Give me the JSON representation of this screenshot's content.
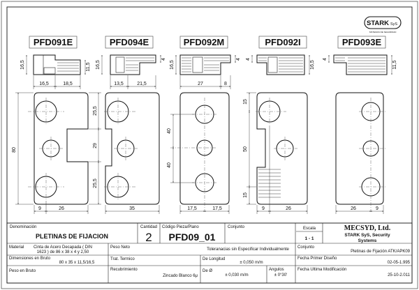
{
  "logo": {
    "text": "STARK",
    "sub": "SyS",
    "tagline": "SISTEMAS DE SEGURIDAD"
  },
  "profiles": [
    {
      "code": "PFD091E",
      "dims": {
        "h_total": "16,5",
        "h_right": "11,5",
        "w_left": "16,5",
        "w_right": "18,5"
      }
    },
    {
      "code": "PFD094E",
      "dims": {
        "h_total": "16,5",
        "h_right": "4",
        "w_left": "13,5",
        "w_right": "21,5"
      }
    },
    {
      "code": "PFD092M",
      "dims": {
        "h_total": "16,5",
        "h_right": "4",
        "w_left": "27",
        "w_right": "8"
      }
    },
    {
      "code": "PFD092I",
      "dims": {
        "h_total": "4",
        "h_right": "16,5"
      }
    },
    {
      "code": "PFD093E",
      "dims": {
        "h_total": "4",
        "h_right": "11,5"
      }
    }
  ],
  "plates": {
    "p1": {
      "height": "80",
      "top": "25,5",
      "mid": "29",
      "bot": "25,5",
      "w_left": "9",
      "w_mid": "26"
    },
    "p2": {
      "w_total": "35"
    },
    "p3": {
      "top": "40",
      "bot": "40",
      "w_left": "17,5",
      "w_right": "17,5"
    },
    "p4": {
      "top": "15",
      "mid": "50",
      "bot": "15",
      "w_left": "9",
      "w_mid": "26"
    },
    "p5": {
      "w_left": "26",
      "w_right": "9"
    }
  },
  "title_block": {
    "denominacion_label": "Denominación",
    "denominacion": "PLETINAS DE FIJACION",
    "cantidad_label": "Cantidad",
    "cantidad": "2",
    "codigo_label": "Código Pieza/Plano",
    "codigo": "PFD09_01",
    "conjunto_label": "Conjunto",
    "escala_label": "Escala",
    "escala": "1 - 1",
    "company": "MECSYD, Ltd.",
    "company_sub1": "STARK SyS, Security",
    "company_sub2": "Systems",
    "material_label": "Material",
    "material_1": "Cinta de Acero Decapada ( DIN",
    "material_2": "1623 ) de  86 x 38 x 4 y 2,50",
    "peso_neto_label": "Peso Neto",
    "tolerancias": "Toleranacias sin Especificar Individualmente",
    "conjunto2_label": "Conjunto",
    "conjunto2": "Pletinas de Fijación ATK/APK09",
    "dim_bruto_label": "Dimensiones en Bruto",
    "dim_bruto": "80 x 35 x 11,5/16,5",
    "trat_label": "Trat. Termico",
    "longitud_label": "De Longitud",
    "longitud": "± 0,050 m/m",
    "fecha1_label": "Fecha Primer Diseño",
    "fecha1": "02-05-1.995",
    "peso_bruto_label": "Peso en Bruto",
    "recub_label": "Recubrimiento",
    "recub": "Zincado Blanco 6μ",
    "diam_label": "De Ø",
    "diam": "± 0,030 m/m",
    "angulos_label": "Angulos",
    "angulos": "± 0°30'",
    "fecha2_label": "Fecha Ultima Modificación",
    "fecha2": "25-10-2.011"
  }
}
